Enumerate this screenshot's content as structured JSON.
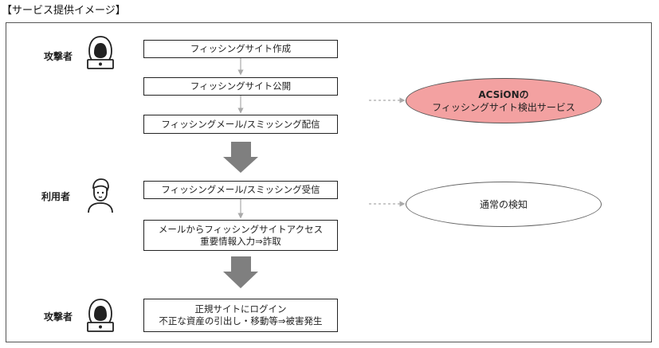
{
  "heading": "【サービス提供イメージ】",
  "roles": {
    "attacker_top": "攻撃者",
    "user": "利用者",
    "attacker_bottom": "攻撃者"
  },
  "steps": [
    {
      "lines": [
        "フィッシングサイト作成"
      ]
    },
    {
      "lines": [
        "フィッシングサイト公開"
      ]
    },
    {
      "lines": [
        "フィッシングメール/スミッシング配信"
      ]
    },
    {
      "lines": [
        "フィッシングメール/スミッシング受信"
      ]
    },
    {
      "lines": [
        "メールからフィッシングサイトアクセス",
        "重要情報入力⇒詐取"
      ]
    },
    {
      "lines": [
        "正規サイトにログイン",
        "不正な資産の引出し・移動等⇒被害発生"
      ]
    }
  ],
  "services": {
    "acsion": {
      "lines": [
        "ACSiONの",
        "フィッシングサイト検出サービス"
      ]
    },
    "normal": {
      "lines": [
        "通常の検知"
      ]
    }
  },
  "colors": {
    "highlight_fill": "#f3a1a1",
    "big_arrow": "#7f7f7f",
    "small_arrow": "#aaaaaa"
  },
  "icons": {
    "attacker": "hooded-hacker-icon",
    "user": "user-person-icon"
  }
}
